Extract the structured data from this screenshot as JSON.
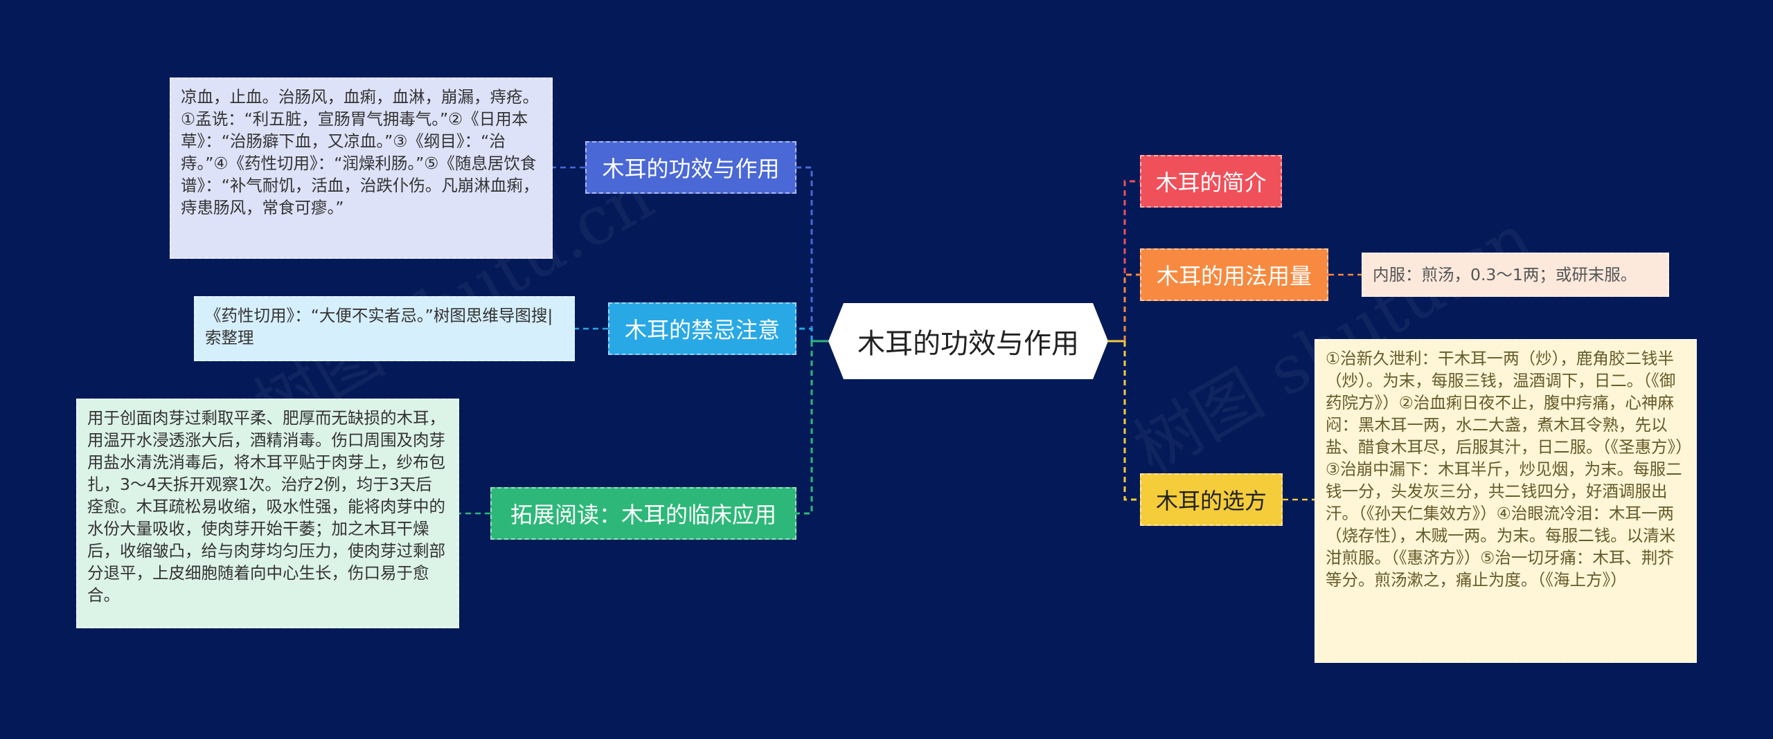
{
  "root": {
    "label": "木耳的功效与作用"
  },
  "left_branches": [
    {
      "label": "木耳的功效与作用",
      "color": "#4a68d6",
      "note": "凉血，止血。治肠风，血痢，血淋，崩漏，痔疮。①孟诜：“利五脏，宣肠胃气拥毒气。”②《日用本草》：“治肠癖下血，又凉血。”③《纲目》：“治痔。”④《药性切用》：“润燥利肠。”⑤《随息居饮食谱》：“补气耐饥，活血，治跌仆伤。凡崩淋血痢，痔患肠风，常食可瘳。”"
    },
    {
      "label": "木耳的禁忌注意",
      "color": "#29a8e6",
      "note": "《药性切用》：“大便不实者忌。”树图思维导图搜|索整理"
    },
    {
      "label": "拓展阅读：木耳的临床应用",
      "color": "#2db879",
      "note": "用于创面肉芽过剩取平柔、肥厚而无缺损的木耳，用温开水浸透涨大后，酒精消毒。伤口周围及肉芽用盐水清洗消毒后，将木耳平贴于肉芽上，纱布包扎，3～4天拆开观察1次。治疗2例，均于3天后痊愈。木耳疏松易收缩，吸水性强，能将肉芽中的水份大量吸收，使肉芽开始干萎；加之木耳干燥后，收缩皱凸，给与肉芽均匀压力，使肉芽过剩部分退平，上皮细胞随着向中心生长，伤口易于愈合。"
    }
  ],
  "right_branches": [
    {
      "label": "木耳的简介",
      "color": "#f0505a",
      "note": ""
    },
    {
      "label": "木耳的用法用量",
      "color": "#f78a40",
      "note": "内服：煎汤，0.3～1两；或研末服。"
    },
    {
      "label": "木耳的选方",
      "color": "#f5cc3a",
      "note": "①治新久泄利：干木耳一两（炒），鹿角胶二钱半（炒）。为末，每服三钱，温酒调下，日二。（《御药院方》）②治血痢日夜不止，腹中疞痛，心神麻闷：黑木耳一两，水二大盏，煮木耳令熟，先以盐、醋食木耳尽，后服其汁，日二服。（《圣惠方》）③治崩中漏下：木耳半斤，炒见烟，为末。每服二钱一分，头发灰三分，共二钱四分，好酒调服出汗。（《孙天仁集效方》）④治眼流冷泪：木耳一两（烧存性），木贼一两。为末。每服二钱。以清米泔煎服。（《惠济方》）⑤治一切牙痛：木耳、荆芥等分。煎汤漱之，痛止为度。（《海上方》）"
    }
  ]
}
